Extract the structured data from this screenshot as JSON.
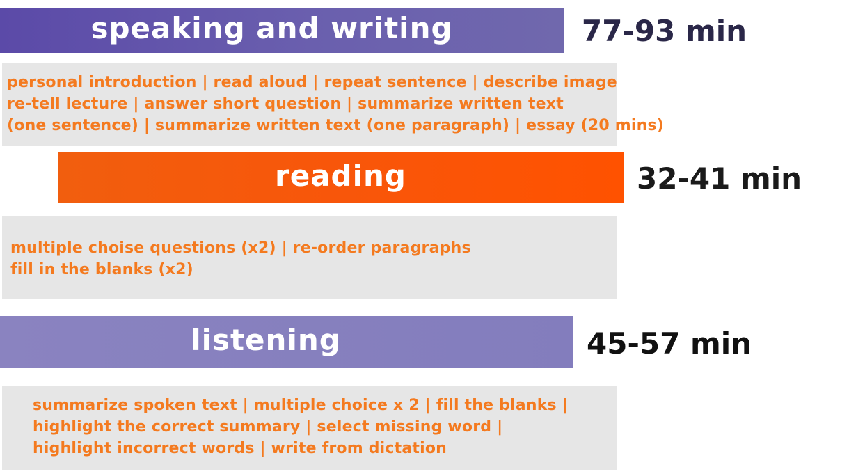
{
  "colors": {
    "accent_orange": "#ff5200",
    "accent_purple": "#5b4aa8",
    "accent_lavender": "#837dbd",
    "detail_text": "#f47a1f",
    "panel_bg": "#e6e6e6"
  },
  "sections": [
    {
      "title": "speaking and writing",
      "duration": "77-93 min",
      "lines": [
        "personal introduction | read aloud | repeat sentence | describe image",
        "re-tell lecture |  answer short question | summarize written text",
        "(one sentence) | summarize written text (one paragraph) | essay (20 mins)"
      ]
    },
    {
      "title": "reading",
      "duration": "32-41 min",
      "lines": [
        "multiple choise questions (x2) | re-order paragraphs",
        "fill in the blanks (x2)"
      ]
    },
    {
      "title": "listening",
      "duration": "45-57 min",
      "lines": [
        "summarize spoken text | multiple choice x 2 | fill the blanks |",
        "highlight the correct summary | select missing word |",
        "highlight incorrect words | write from dictation"
      ]
    }
  ]
}
